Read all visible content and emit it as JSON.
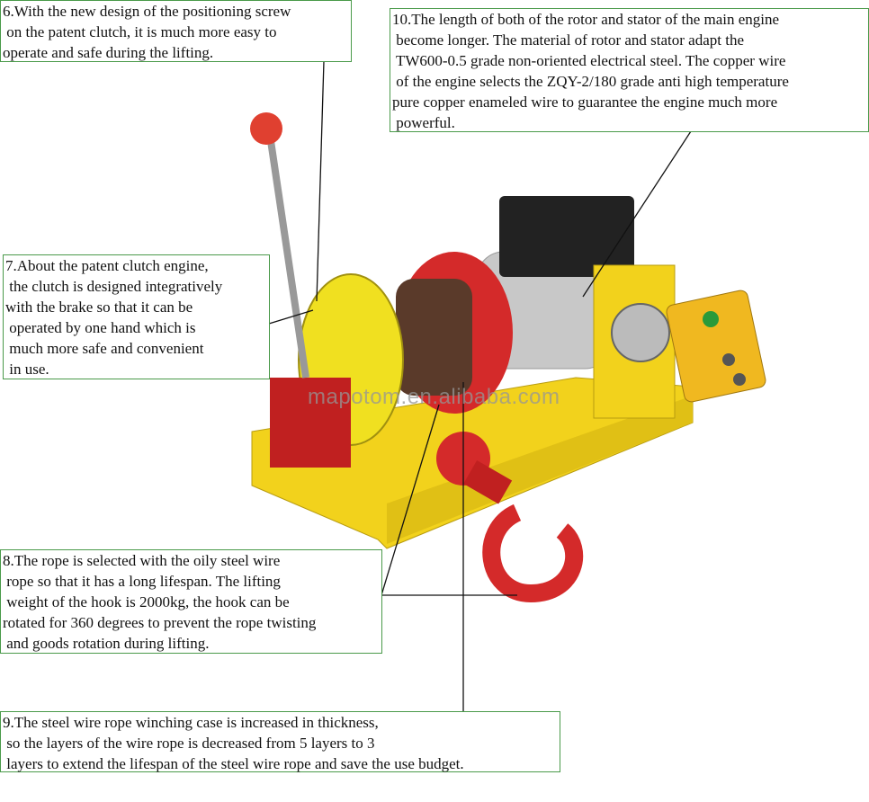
{
  "callouts": {
    "c6": "6.With the new design of the positioning screw\n on the patent clutch, it is much more easy to\noperate and safe during the lifting.",
    "c10": "10.The length of both of the rotor and stator of the main engine\n become longer. The material of rotor and stator adapt the\n TW600-0.5 grade non-oriented electrical steel. The copper wire\n of the engine selects the ZQY-2/180 grade anti high temperature\npure copper enameled wire to guarantee the engine much more\n powerful.",
    "c7": "7.About the patent clutch engine,\n the clutch is designed integratively\nwith the brake so that it can be\n operated by one hand which is\n much more safe and convenient\n in use.",
    "c8": "8.The rope is selected with the oily steel wire\n rope so that it has a long lifespan. The lifting\n weight of the hook is 2000kg, the hook can be\nrotated for 360 degrees to prevent the rope twisting\n and goods rotation during lifting.",
    "c9": "9.The steel wire rope winching case is increased in thickness,\n so the layers of the wire rope is decreased from 5 layers to 3\n layers to extend the lifespan of the steel wire rope and save the use budget."
  },
  "watermark": "mapotom.en.alibaba.com",
  "colors": {
    "frame_yellow": "#f2d21c",
    "red": "#d42a2a",
    "border_green": "#4a9a4a",
    "motor_silver": "#c8c8c8"
  }
}
